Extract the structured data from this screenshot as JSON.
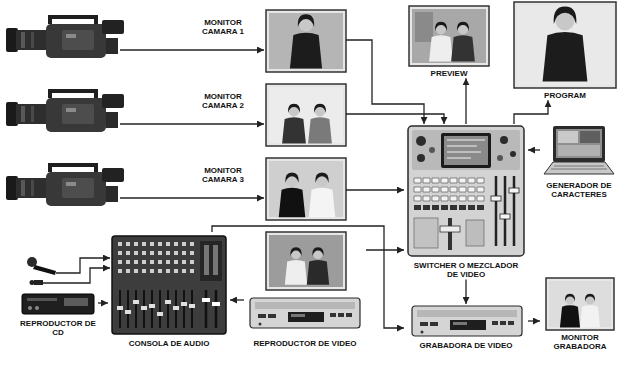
{
  "diagram": {
    "nodes": [
      {
        "text": [
          "MONITOR CAMARA 1"
        ]
      },
      {
        "text": [
          "PREVIEW"
        ]
      },
      {
        "text": [
          "PROGRAM"
        ]
      },
      {
        "text": [
          "MONITOR CAMARA 2"
        ]
      },
      {
        "text": [
          "MONITOR CAMARA 3"
        ]
      },
      {
        "text": [
          "SWITCHER O MEZCLADOR DE VIDEO"
        ]
      },
      {
        "text": [
          "GENERADOR DE CARACTERES"
        ]
      },
      {
        "text": [
          "REPRODUCTOR DE CD"
        ]
      },
      {
        "text": [
          "CONSOLA DE AUDIO"
        ]
      },
      {
        "text": [
          "REPRODUCTOR DE VIDEO"
        ]
      },
      {
        "text": [
          "GRABADORA DE VIDEO"
        ]
      },
      {
        "text": [
          "MONITOR GRABADORA"
        ]
      }
    ],
    "edges": [
      {
        "from": 0,
        "to": 5,
        "arrow": "to"
      },
      {
        "from": 3,
        "to": 5,
        "arrow": "to"
      },
      {
        "from": 4,
        "to": 5,
        "arrow": "to"
      },
      {
        "from": 5,
        "to": 1,
        "arrow": "to"
      },
      {
        "from": 5,
        "to": 2,
        "arrow": "to"
      },
      {
        "from": 6,
        "to": 5,
        "arrow": "to"
      },
      {
        "from": 9,
        "to": 5,
        "arrow": "to"
      },
      {
        "from": 5,
        "to": 10,
        "arrow": "to"
      },
      {
        "from": 10,
        "to": 11,
        "arrow": "to"
      },
      {
        "from": 7,
        "to": 8,
        "arrow": "to"
      },
      {
        "from": 8,
        "to": 10,
        "arrow": "to"
      },
      {
        "from": 9,
        "to": 8,
        "arrow": "to"
      }
    ]
  }
}
